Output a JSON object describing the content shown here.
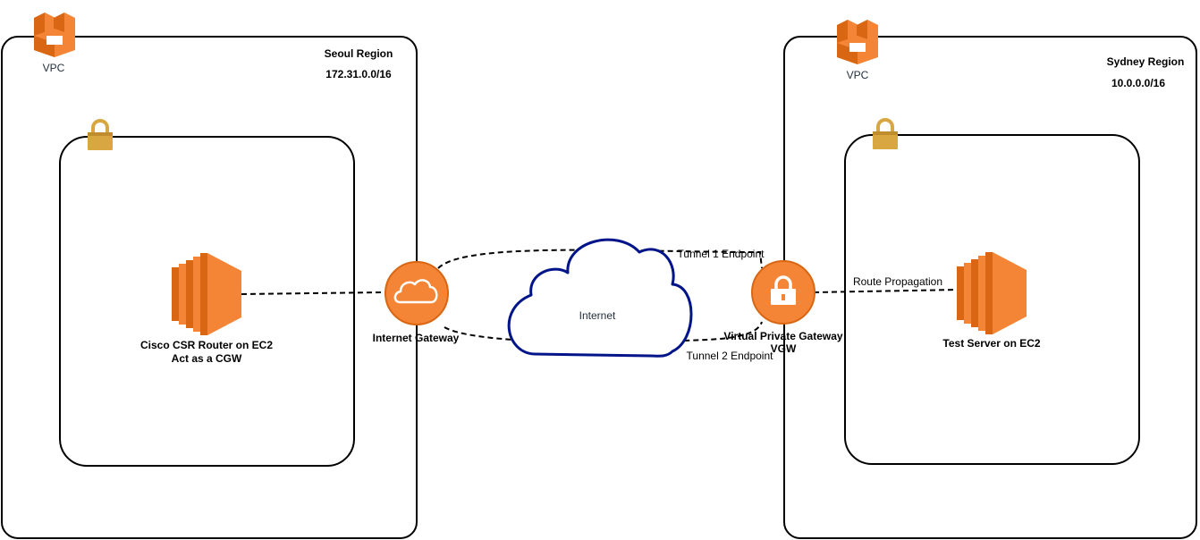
{
  "colors": {
    "aws_orange": "#f58536",
    "aws_orange_dark": "#d86613",
    "lock_gold": "#d9a741",
    "cloud_stroke": "#001489",
    "line": "#000000"
  },
  "icons": {
    "vpc": "vpc-icon",
    "lock": "lock-icon",
    "ec2": "ec2-instance-icon",
    "internet_gateway": "internet-gateway-icon",
    "vpn_gateway": "vpn-gateway-icon",
    "cloud": "internet-cloud-icon"
  },
  "seoul": {
    "vpc_label": "VPC",
    "region_name": "Seoul Region",
    "cidr": "172.31.0.0/16",
    "router_line1": "Cisco CSR Router on EC2",
    "router_line2": "Act as a CGW"
  },
  "sydney": {
    "vpc_label": "VPC",
    "region_name": "Sydney Region",
    "cidr": "10.0.0.0/16",
    "server_label": "Test Server on EC2"
  },
  "internet_gateway_label": "Internet Gateway",
  "internet_label": "Internet",
  "vgw_line1": "Virtual Private Gateway",
  "vgw_line2": "VGW",
  "tunnel1_label": "Tunnel 1 Endpoint",
  "tunnel2_label": "Tunnel 2 Endpoint",
  "route_propagation_label": "Route Propagation"
}
